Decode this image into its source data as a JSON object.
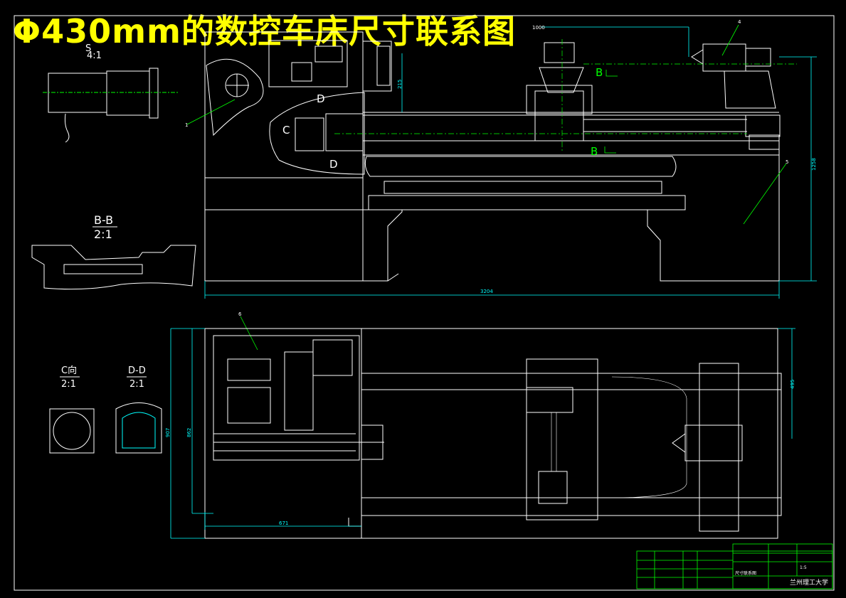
{
  "title": "Φ430mm的数控车床尺寸联系图",
  "views": {
    "detail_top": {
      "name": "S",
      "scale": "4:1"
    },
    "section_bb": {
      "name": "B-B",
      "scale": "2:1"
    },
    "view_c": {
      "name": "C向",
      "scale": "2:1"
    },
    "section_dd": {
      "name": "D-D",
      "scale": "2:1"
    }
  },
  "markers": {
    "B1": "B",
    "B2": "B",
    "C": "C",
    "D1": "D",
    "D2": "D"
  },
  "part_numbers": {
    "p1": "1",
    "p4": "4",
    "p5": "5",
    "p6": "6"
  },
  "dimensions": {
    "overall_length": "3204",
    "overall_height": "1258",
    "chuck_height": "215",
    "top_dim": "1000",
    "plan_height_1": "907",
    "plan_height_2": "862",
    "plan_bottom": "671",
    "plan_right": "495"
  },
  "colors": {
    "background": "#000000",
    "outline": "#ffffff",
    "dimension": "#00ffff",
    "leader": "#00ff00",
    "title": "#ffff00",
    "hatch": "#00ffff"
  },
  "title_block": {
    "school": "兰州理工大学",
    "drawing_name": "尺寸联系图",
    "scale": "1:5"
  }
}
